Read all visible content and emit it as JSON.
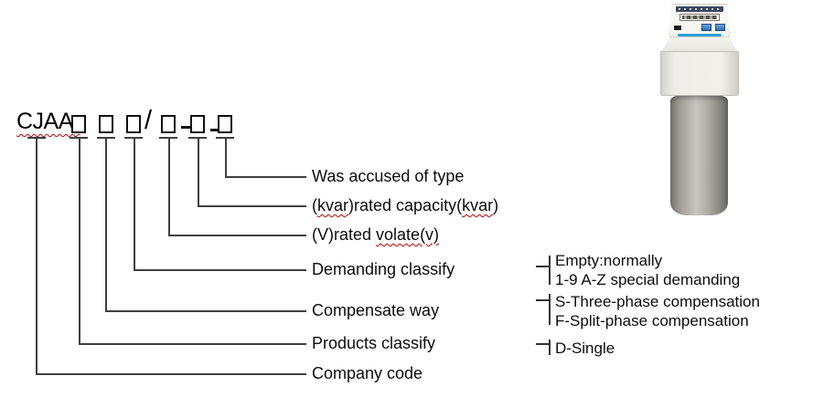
{
  "model": {
    "prefix": "CJAA-",
    "slash": "/",
    "dash1": "-",
    "dash2": "-",
    "box_count": 6
  },
  "callouts": [
    {
      "id": "was-accused-of-type",
      "p1": "Was accused of type"
    },
    {
      "id": "rated-capacity",
      "p1": "(",
      "w1": "kvar",
      "p2": ")rated capacity(",
      "w2": "kvar",
      "p3": ")"
    },
    {
      "id": "rated-voltage",
      "p1": "(V)rated ",
      "w1": "volate(v)"
    },
    {
      "id": "demanding-classify",
      "p1": "Demanding classify"
    },
    {
      "id": "compensate-way",
      "p1": "Compensate way"
    },
    {
      "id": "products-classify",
      "p1": "Products classify"
    },
    {
      "id": "company-code",
      "p1": "Company code"
    }
  ],
  "annotations": [
    {
      "id": "demanding-values",
      "line1": "Empty:normally",
      "line2": "1-9 A-Z special demanding"
    },
    {
      "id": "compensate-values",
      "line1": "S-Three-phase compensation",
      "line2": "F-Split-phase compensation"
    },
    {
      "id": "products-values",
      "line1": "D-Single"
    }
  ],
  "colors": {
    "connector_line": "#3f3f3f",
    "text": "#0d0d0d",
    "spellcheck_squiggle": "#c00000",
    "device_titlebar": "#3c4660",
    "device_button_blue": "#2f6fb0",
    "device_accent_line": "#2f9fd8",
    "device_cylinder_silver": "#b3b0aa"
  }
}
